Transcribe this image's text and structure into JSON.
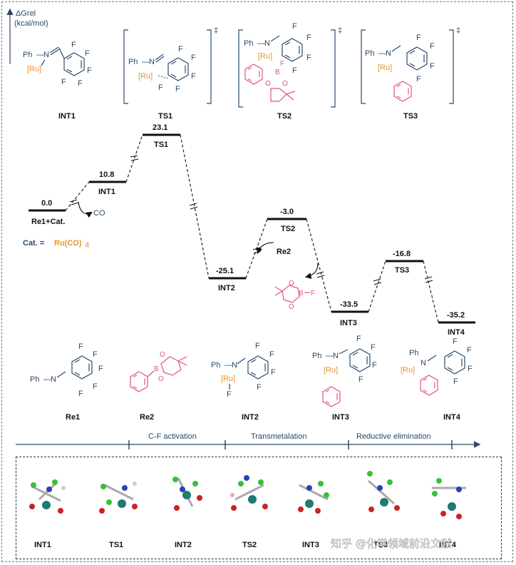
{
  "axis": {
    "label_line1": "ΔGrel",
    "label_line2": "(kcal/mol)"
  },
  "species": [
    {
      "id": "INT1",
      "energy": "",
      "label": "INT1"
    },
    {
      "id": "Re1Cat",
      "energy": "0.0",
      "label": "Re1+Cat."
    },
    {
      "id": "INT1b",
      "energy": "10.8",
      "label": "INT1"
    },
    {
      "id": "TS1",
      "energy": "23.1",
      "label": "TS1"
    },
    {
      "id": "INT2",
      "energy": "-25.1",
      "label": "INT2"
    },
    {
      "id": "TS2",
      "energy": "-3.0",
      "label": "TS2"
    },
    {
      "id": "INT3",
      "energy": "-33.5",
      "label": "INT3"
    },
    {
      "id": "TS3",
      "energy": "-16.8",
      "label": "TS3"
    },
    {
      "id": "INT4",
      "energy": "-35.2",
      "label": "INT4"
    }
  ],
  "profile": {
    "re1": {
      "energy": "0.0",
      "label": "Re1+Cat."
    },
    "int1": {
      "energy": "10.8",
      "label": "INT1"
    },
    "ts1": {
      "energy": "23.1",
      "label": "TS1"
    },
    "int2": {
      "energy": "-25.1",
      "label": "INT2"
    },
    "ts2": {
      "energy": "-3.0",
      "label": "TS2"
    },
    "int3": {
      "energy": "-33.5",
      "label": "INT3"
    },
    "ts3": {
      "energy": "-16.8",
      "label": "TS3"
    },
    "int4": {
      "energy": "-35.2",
      "label": "INT4"
    },
    "co": "CO",
    "re2": "Re2",
    "cat_prefix": "Cat. = ",
    "cat_value": "Ru(CO)",
    "cat_sub": "4"
  },
  "top_structures": {
    "int1": "INT1",
    "ts1": "TS1",
    "ts2": "TS2",
    "ts3": "TS3",
    "dagger": "‡"
  },
  "atoms": {
    "F": "F",
    "N": "N",
    "Ph": "Ph",
    "Ru": "[Ru]",
    "B": "B",
    "O": "O",
    "dash": "—"
  },
  "bottom_structures": {
    "re1": "Re1",
    "re2": "Re2",
    "int2": "INT2",
    "int3": "INT3",
    "int4": "INT4"
  },
  "stages": {
    "cf": "C-F activation",
    "trans": "Transmetalation",
    "red": "Reductive elimination"
  },
  "models_3d": [
    "INT1",
    "TS1",
    "INT2",
    "TS2",
    "INT3",
    "TS3",
    "INT4"
  ],
  "watermark": "知乎 @化学领域前沿文献",
  "colors": {
    "ink": "#2b4a6b",
    "ru": "#e8912a",
    "pink": "#e0557a"
  }
}
